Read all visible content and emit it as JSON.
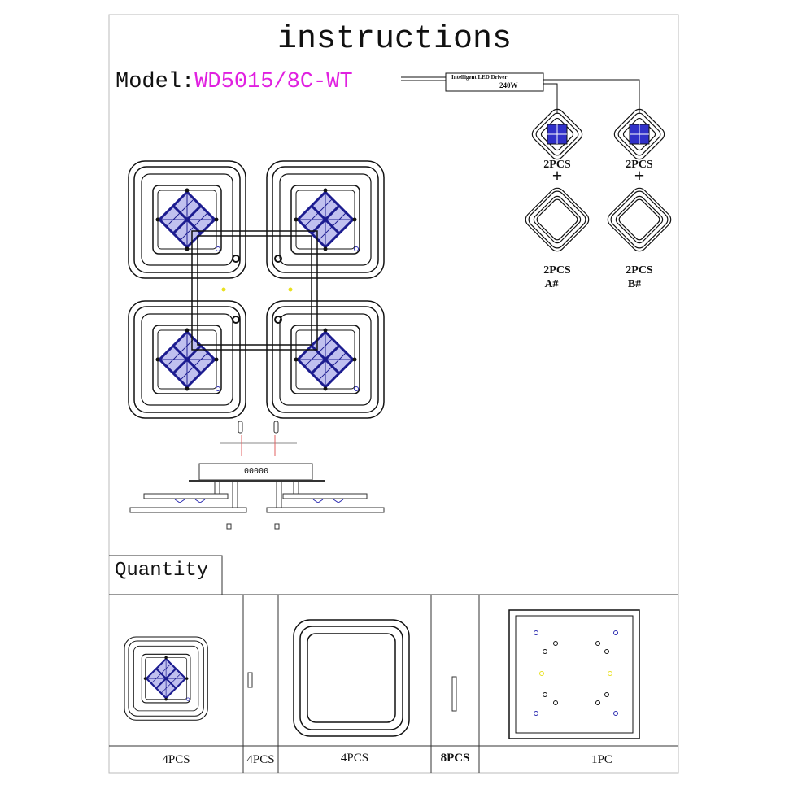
{
  "title": "instructions",
  "model": {
    "label": "Model:",
    "value": "WD5015/8C-WT",
    "value_color": "#e020e0"
  },
  "driver": {
    "name": "Intelligent LED Driver",
    "power": "240W"
  },
  "wiring": {
    "left": {
      "top_count": "2PCS",
      "plus": "+",
      "bottom_count": "2PCS",
      "bottom_type": "A#"
    },
    "right": {
      "top_count": "2PCS",
      "plus": "+",
      "bottom_count": "2PCS",
      "bottom_type": "B#"
    }
  },
  "canopy_label": "00000",
  "quantity": {
    "heading": "Quantity",
    "items": [
      {
        "label": "4PCS",
        "icon": "led-module-icon"
      },
      {
        "label": "4PCS",
        "icon": "rod-icon"
      },
      {
        "label": "4PCS",
        "icon": "square-frame-icon"
      },
      {
        "label": "8PCS",
        "icon": "long-rod-icon"
      },
      {
        "label": "1PC",
        "icon": "mounting-plate-icon"
      }
    ]
  },
  "colors": {
    "led_blue": "#2a2aa8",
    "accent_yellow": "#e8e020"
  }
}
